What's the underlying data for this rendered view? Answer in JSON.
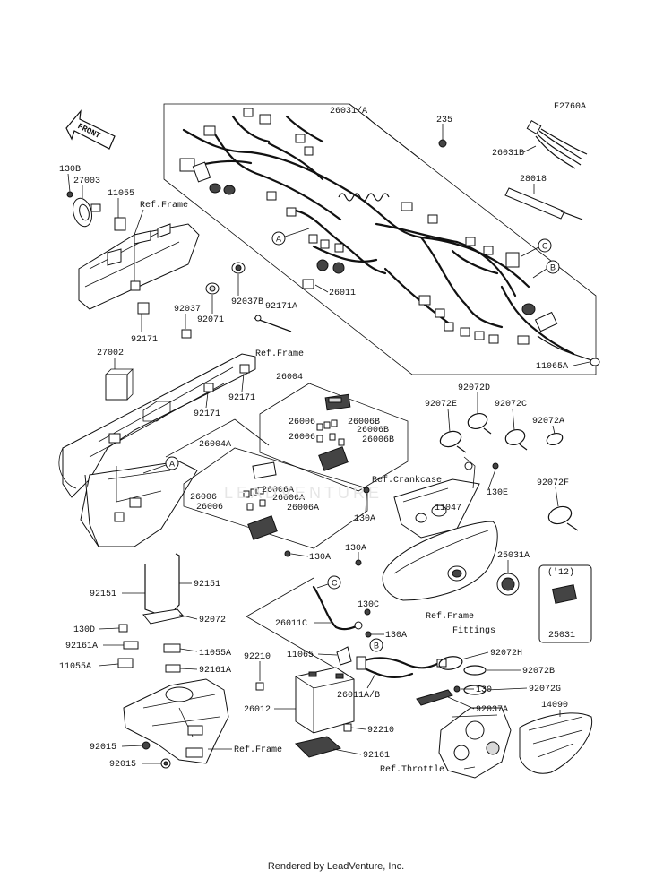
{
  "diagram_code": "F2760A",
  "front_label": "FRONT",
  "watermark": "LEADVENTURE",
  "footer": "Rendered by LeadVenture, Inc.",
  "year_note": "('12)",
  "parts": [
    {
      "id": "p26031A",
      "text": "26031/A"
    },
    {
      "id": "p235",
      "text": "235"
    },
    {
      "id": "p26031B",
      "text": "26031B"
    },
    {
      "id": "p28018",
      "text": "28018"
    },
    {
      "id": "p130B",
      "text": "130B"
    },
    {
      "id": "p27003",
      "text": "27003"
    },
    {
      "id": "p11055",
      "text": "11055"
    },
    {
      "id": "pRefFrame1",
      "text": "Ref.Frame"
    },
    {
      "id": "p26011",
      "text": "26011"
    },
    {
      "id": "p92037B",
      "text": "92037B"
    },
    {
      "id": "p92037",
      "text": "92037"
    },
    {
      "id": "p92071",
      "text": "92071"
    },
    {
      "id": "p92171A",
      "text": "92171A"
    },
    {
      "id": "p92171a",
      "text": "92171"
    },
    {
      "id": "p27002",
      "text": "27002"
    },
    {
      "id": "pRefFrame2",
      "text": "Ref.Frame"
    },
    {
      "id": "p92171b",
      "text": "92171"
    },
    {
      "id": "p92171c",
      "text": "92171"
    },
    {
      "id": "p11065A",
      "text": "11065A"
    },
    {
      "id": "p26004",
      "text": "26004"
    },
    {
      "id": "p26006a",
      "text": "26006"
    },
    {
      "id": "p26006B1",
      "text": "26006B"
    },
    {
      "id": "p26006b",
      "text": "26006"
    },
    {
      "id": "p26006B2",
      "text": "26006B"
    },
    {
      "id": "p26006B3",
      "text": "26006B"
    },
    {
      "id": "p92072D",
      "text": "92072D"
    },
    {
      "id": "p92072E",
      "text": "92072E"
    },
    {
      "id": "p92072C",
      "text": "92072C"
    },
    {
      "id": "p92072A",
      "text": "92072A"
    },
    {
      "id": "p26004A",
      "text": "26004A"
    },
    {
      "id": "p26006c",
      "text": "26006"
    },
    {
      "id": "p26006A1",
      "text": "26006A"
    },
    {
      "id": "p26006A2",
      "text": "26006A"
    },
    {
      "id": "p26006d",
      "text": "26006"
    },
    {
      "id": "p26006A3",
      "text": "26006A"
    },
    {
      "id": "pRefCrank",
      "text": "Ref.Crankcase"
    },
    {
      "id": "p130E",
      "text": "130E"
    },
    {
      "id": "p130Aa",
      "text": "130A"
    },
    {
      "id": "p11047",
      "text": "11047"
    },
    {
      "id": "p92072F",
      "text": "92072F"
    },
    {
      "id": "p130Ab",
      "text": "130A"
    },
    {
      "id": "p130Ac",
      "text": "130A"
    },
    {
      "id": "p25031A",
      "text": "25031A"
    },
    {
      "id": "p92151a",
      "text": "92151"
    },
    {
      "id": "p92151b",
      "text": "92151"
    },
    {
      "id": "p92072",
      "text": "92072"
    },
    {
      "id": "p130D",
      "text": "130D"
    },
    {
      "id": "p92161Aa",
      "text": "92161A"
    },
    {
      "id": "p11055Aa",
      "text": "11055A"
    },
    {
      "id": "p11055Ab",
      "text": "11055A"
    },
    {
      "id": "p92161Ab",
      "text": "92161A"
    },
    {
      "id": "p130C",
      "text": "130C"
    },
    {
      "id": "p26011C",
      "text": "26011C"
    },
    {
      "id": "p130Ad",
      "text": "130A"
    },
    {
      "id": "pRefFrame3",
      "text": "Ref.Frame"
    },
    {
      "id": "pFittings",
      "text": "Fittings"
    },
    {
      "id": "p25031",
      "text": "25031"
    },
    {
      "id": "p92210a",
      "text": "92210"
    },
    {
      "id": "p11065",
      "text": "11065"
    },
    {
      "id": "p92072H",
      "text": "92072H"
    },
    {
      "id": "p92072B",
      "text": "92072B"
    },
    {
      "id": "p26011AB",
      "text": "26011A/B"
    },
    {
      "id": "p130",
      "text": "130"
    },
    {
      "id": "p92072G",
      "text": "92072G"
    },
    {
      "id": "p26012",
      "text": "26012"
    },
    {
      "id": "p92210b",
      "text": "92210"
    },
    {
      "id": "p92037A",
      "text": "92037A"
    },
    {
      "id": "p14090",
      "text": "14090"
    },
    {
      "id": "p92015a",
      "text": "92015"
    },
    {
      "id": "p92015b",
      "text": "92015"
    },
    {
      "id": "pRefFrame4",
      "text": "Ref.Frame"
    },
    {
      "id": "p92161",
      "text": "92161"
    },
    {
      "id": "pRefThrottle",
      "text": "Ref.Throttle"
    }
  ],
  "connectors": [
    {
      "id": "cA1",
      "text": "A"
    },
    {
      "id": "cA2",
      "text": "A"
    },
    {
      "id": "cB1",
      "text": "B"
    },
    {
      "id": "cB2",
      "text": "B"
    },
    {
      "id": "cC1",
      "text": "C"
    },
    {
      "id": "cC2",
      "text": "C"
    }
  ]
}
